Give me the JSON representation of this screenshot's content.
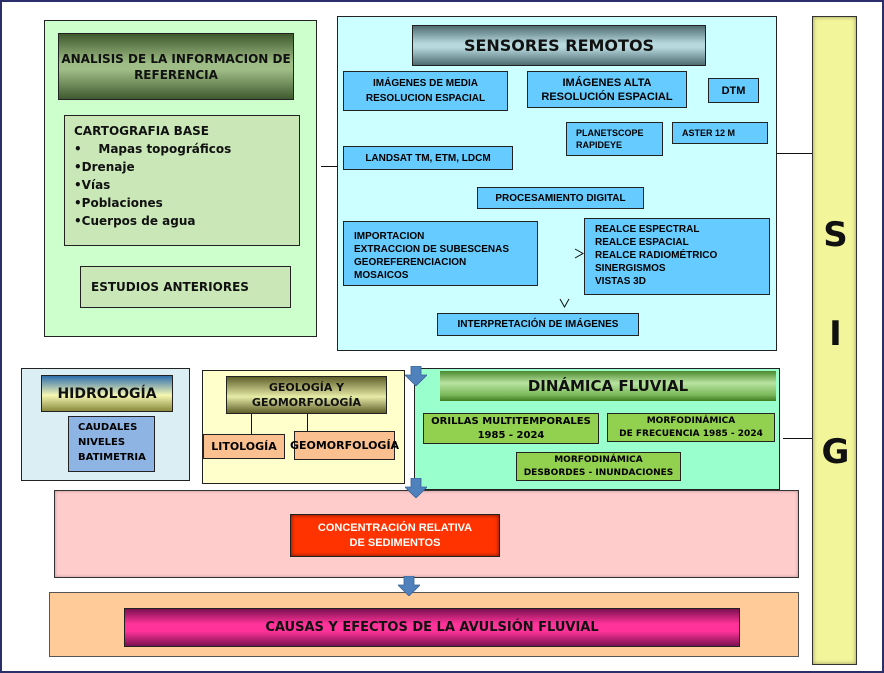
{
  "reference_panel": {
    "title": "ANALISIS DE LA INFORMACION DE REFERENCIA",
    "cartografia": {
      "heading": "CARTOGRAFIA BASE",
      "items": [
        "Mapas  topográficos",
        "Drenaje",
        "Vías",
        "Poblaciones",
        "Cuerpos de agua"
      ]
    },
    "estudios": "ESTUDIOS ANTERIORES"
  },
  "sensores_panel": {
    "title": "SENSORES REMOTOS",
    "media_res_line1": "IMÁGENES DE  MEDIA",
    "media_res_line2": "RESOLUCION ESPACIAL",
    "alta_res_line1": "IMÁGENES ALTA",
    "alta_res_line2": "RESOLUCIÓN ESPACIAL",
    "dtm": "DTM",
    "landsat": "LANDSAT  TM, ETM, LDCM",
    "planetscope": "PLANETSCOPE",
    "rapideye": "RAPIDEYE",
    "aster": "ASTER 12 M",
    "procesamiento": "PROCESAMIENTO DIGITAL",
    "preproc_steps": [
      "IMPORTACION",
      "EXTRACCION DE SUBESCENAS",
      "GEOREFERENCIACION",
      "MOSAICOS"
    ],
    "realce_steps": [
      "REALCE ESPECTRAL",
      "REALCE ESPACIAL",
      "REALCE RADIOMÉTRICO",
      "SINERGISMOS",
      "VISTAS 3D"
    ],
    "interpretacion": "INTERPRETACIÓN DE IMÁGENES"
  },
  "sig": {
    "letters": [
      "S",
      "I",
      "G"
    ]
  },
  "hidrologia": {
    "title": "HIDROLOGÍA",
    "items": [
      "CAUDALES",
      "NIVELES",
      "BATIMETRIA"
    ]
  },
  "geologia": {
    "title_line1": "GEOLOGÍA Y",
    "title_line2": "GEOMORFOLOGÍA",
    "litologia": "LITOLOGÍA",
    "geomorfologia": "GEOMORFOLOGÍA"
  },
  "dinamica": {
    "title": "DINÁMICA FLUVIAL",
    "orillas_line1": "ORILLAS MULTITEMPORALES",
    "orillas_line2": "1985 - 2024",
    "frecuencia_line1": "MORFODINÁMICA",
    "frecuencia_line2": "DE FRECUENCIA 1985 - 2024",
    "desbordes_line1": "MORFODINÁMICA",
    "desbordes_line2": "DESBORDES - INUNDACIONES"
  },
  "sedimentos": {
    "line1": "CONCENTRACIÓN RELATIVA",
    "line2": "DE SEDIMENTOS"
  },
  "causas": {
    "title": "CAUSAS Y EFECTOS DE LA AVULSIÓN FLUVIAL"
  },
  "colors": {
    "frame": "#2a2f6a",
    "reference_bg": "#ccffcc",
    "sensores_bg": "#ccffff",
    "sensor_box": "#66ccff",
    "sig_bg": "#f3f59a",
    "hidro_bg": "#daeef3",
    "geo_bg": "#ffffcc",
    "dinamica_bg": "#99ffcc",
    "dinamica_box": "#92d050",
    "sedimentos_bg": "#ffcccc",
    "sedimentos_box": "#ff3300",
    "causas_bg": "#ffcc99",
    "causas_box": "#ff3399",
    "arrow": "#4f81bd"
  }
}
